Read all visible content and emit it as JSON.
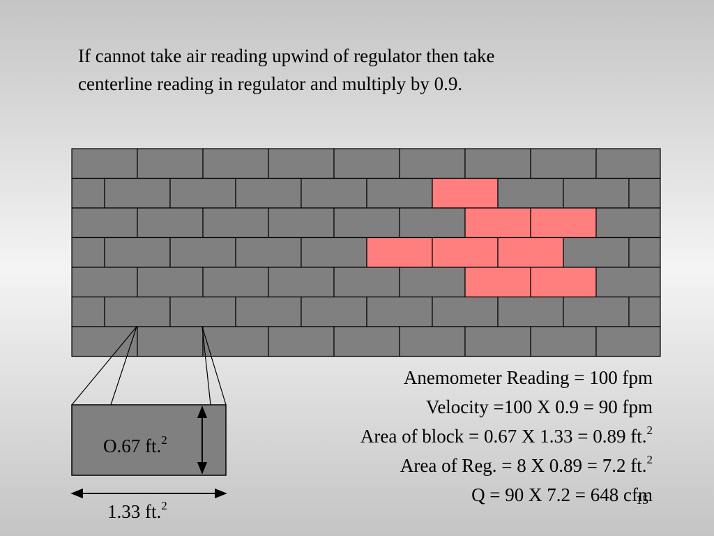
{
  "intro": {
    "line1": "If cannot take air reading upwind of regulator then take",
    "line2": "centerline reading in regulator and multiply by 0.9."
  },
  "wall": {
    "rows": 7,
    "brick_color": "#808080",
    "mortar_color": "#000000",
    "highlight_color": "#ff7f7f",
    "highlighted_bricks": [
      [
        1,
        6
      ],
      [
        2,
        6
      ],
      [
        2,
        7
      ],
      [
        3,
        5
      ],
      [
        3,
        6
      ],
      [
        3,
        7
      ],
      [
        4,
        6
      ],
      [
        4,
        7
      ]
    ]
  },
  "block": {
    "height_label": "O.67 ft.",
    "height_label_sup": "2",
    "width_label": "1.33 ft.",
    "width_label_sup": "2"
  },
  "calculations": [
    {
      "text": "Anemometer Reading = 100 fpm",
      "sup": ""
    },
    {
      "text": "Velocity =100 X 0.9 = 90 fpm",
      "sup": ""
    },
    {
      "text": "Area of block = 0.67 X 1.33 = 0.89 ft.",
      "sup": "2"
    },
    {
      "text": "Area of Reg. = 8 X 0.89 = 7.2 ft.",
      "sup": "2"
    },
    {
      "text": "Q = 90 X 7.2 = 648 cfm",
      "sup": ""
    }
  ],
  "slide_number": "15"
}
